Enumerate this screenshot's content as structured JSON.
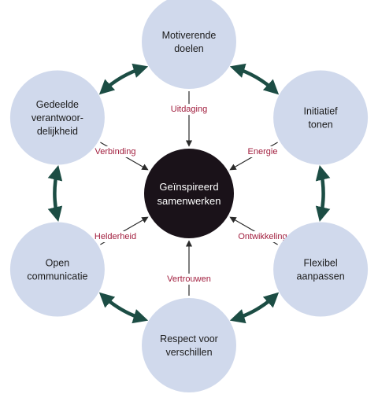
{
  "colors": {
    "outer_fill": "#d0d9ec",
    "center_fill": "#1a1219",
    "inward_arrow": "#2a2a2a",
    "ring_arrow": "#1c4d44",
    "edge_label": "#a11d3d"
  },
  "center": {
    "lines": [
      "Geïnspireerd",
      "samenwerken"
    ]
  },
  "nodes": [
    {
      "id": "top",
      "lines": [
        "Motiverende",
        "doelen"
      ]
    },
    {
      "id": "top-right",
      "lines": [
        "Initiatief",
        "tonen"
      ]
    },
    {
      "id": "bottom-right",
      "lines": [
        "Flexibel",
        "aanpassen"
      ]
    },
    {
      "id": "bottom",
      "lines": [
        "Respect voor",
        "verschillen"
      ]
    },
    {
      "id": "bottom-left",
      "lines": [
        "Open",
        "communicatie"
      ]
    },
    {
      "id": "top-left",
      "lines": [
        "Gedeelde",
        "verantwoor-",
        "delijkheid"
      ]
    }
  ],
  "inward_labels": [
    {
      "node": "top",
      "text": "Uitdaging"
    },
    {
      "node": "top-right",
      "text": "Energie"
    },
    {
      "node": "bottom-right",
      "text": "Ontwikkeling"
    },
    {
      "node": "bottom",
      "text": "Vertrouwen"
    },
    {
      "node": "bottom-left",
      "text": "Helderheid"
    },
    {
      "node": "top-left",
      "text": "Verbinding"
    }
  ],
  "ring_connections": [
    [
      "top",
      "top-right"
    ],
    [
      "top-right",
      "bottom-right"
    ],
    [
      "bottom-right",
      "bottom"
    ],
    [
      "bottom",
      "bottom-left"
    ],
    [
      "bottom-left",
      "top-left"
    ],
    [
      "top-left",
      "top"
    ]
  ]
}
